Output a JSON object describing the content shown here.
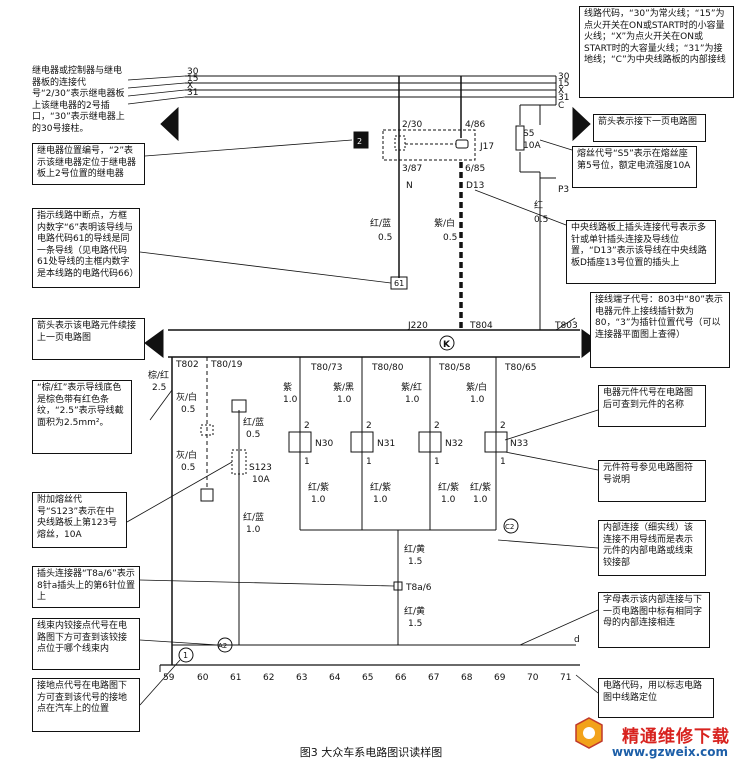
{
  "notes": {
    "top_left": "继电器或控制器与继电器板的连接代号“2/30”表示继电器板上该继电器的2号插口，“30”表示继电器上的30号接柱。",
    "top_right": "线路代码，“30”为常火线；“15”为点火开关在ON或START时的小容量火线；“X”为点火开关在ON或START时的大容量火线；“31”为接地线；“C”为中央线路板的内部接线",
    "arrow_next": "箭头表示接下一页电路图",
    "relay_position": "继电器位置编号，“2”表示该继电器定位于继电器板上2号位置的继电器",
    "fuse_code": "熔丝代号“S5”表示在熔丝座第5号位，额定电流强度10A",
    "break_point": "指示线路中断点，方框内数字“6”表明该导线与电路代码61的导线是同一条导线（见电路代码61处导线的主框内数字是本线路的电路代码66）",
    "central_connector": "中央线路板上插头连接代号表示多针或单针插头连接及导线位置，“D13”表示该导线在中央线路板D插座13号位置的插头上",
    "arrow_prev": "箭头表示该电路元件续接上一页电路图",
    "terminal_code": "接线端子代号：803中“80”表示电器元件上接线插针数为80，“3”为插针位置代号（可以连接器平面图上查得）",
    "wire_color": "“棕/红”表示导线底色是棕色带有红色条纹，“2.5”表示导线截面积为2.5mm²。",
    "component_code": "电器元件代号在电路图后可查到元件的名称",
    "component_symbol": "元件符号参见电路图符号说明",
    "extra_fuse": "附加熔丝代号“S123”表示在中央线路板上第123号熔丝，10A",
    "internal_conn": "内部连接（细实线）该连接不用导线而是表示元件的内部电路或线束铰接部",
    "plug_conn": "插头连接器“T8a/6”表示8针a插头上的第6针位置上",
    "letter_conn": "字母表示该内部连接与下一页电路图中标有相同字母的内部连接相连",
    "harness_conn": "线束内铰接点代号在电路图下方可查到该铰接点位于哪个线束内",
    "circuit_code": "电路代码，用以标志电路图中线路定位",
    "ground_code": "接地点代号在电路图下方可查到该代号的接地点在汽车上的位置"
  },
  "rails": {
    "left": [
      "30",
      "15",
      "X",
      "31"
    ],
    "right": [
      "30",
      "15",
      "X",
      "31"
    ],
    "c": "C"
  },
  "labels": {
    "relay_2_30": "2/30",
    "relay_4_86": "4/86",
    "relay_3_87": "3/87",
    "relay_6_85": "6/85",
    "relay_j17": "J17",
    "relay_num": "2",
    "fuse_s5": "S5",
    "fuse_s5_rating": "10A",
    "n_label": "N",
    "d13": "D13",
    "p3": "P3",
    "wire_red_blue": "红/蓝",
    "wire_red_blue_size": "0.5",
    "wire_purple_white": "紫/白",
    "wire_purple_white_size": "0.5",
    "wire_red": "红",
    "wire_red_size": "0.5",
    "break_box": "61",
    "j220": "J220",
    "t804": "T804",
    "t803": "T803",
    "k_symbol": "K",
    "t802": "T802",
    "t80_19": "T80/19",
    "t80_73": "T80/73",
    "t80_80": "T80/80",
    "t80_58": "T80/58",
    "t80_65": "T80/65",
    "brown_red": "棕/红",
    "brown_red_size": "2.5",
    "gray_white": "灰/白",
    "gray_white_size": "0.5",
    "gray_white_2": "灰/白",
    "gray_white_2_size": "0.5",
    "red_blue_2": "红/蓝",
    "red_blue_2_size": "0.5",
    "red_blue_3": "红/蓝",
    "red_blue_3_size": "1.0",
    "s123": "S123",
    "s123_rating": "10A",
    "purple": "紫",
    "purple_size": "1.0",
    "purple_black": "紫/黑",
    "purple_black_size": "1.0",
    "purple_red": "紫/红",
    "purple_red_size": "1.0",
    "purple_white": "紫/白",
    "purple_white_size": "1.0",
    "pin_2": "2",
    "pin_1": "1",
    "n30": "N30",
    "n31": "N31",
    "n32": "N32",
    "n33": "N33",
    "red_purple": "红/紫",
    "red_purple_size": "1.0",
    "c2": "C2",
    "red_yellow": "红/黄",
    "red_yellow_size": "1.5",
    "t8a6": "T8a/6",
    "red_yellow_2": "红/黄",
    "red_yellow_2_size": "1.5",
    "a2": "A2",
    "ground_1": "1",
    "letter_d": "d"
  },
  "circuit_codes": [
    "59",
    "60",
    "61",
    "62",
    "63",
    "64",
    "65",
    "66",
    "67",
    "68",
    "69",
    "70",
    "71"
  ],
  "caption": "图3  大众车系电路图识读样图",
  "watermark": {
    "name": "精通维修下载",
    "url": "www.gzweix.com"
  }
}
